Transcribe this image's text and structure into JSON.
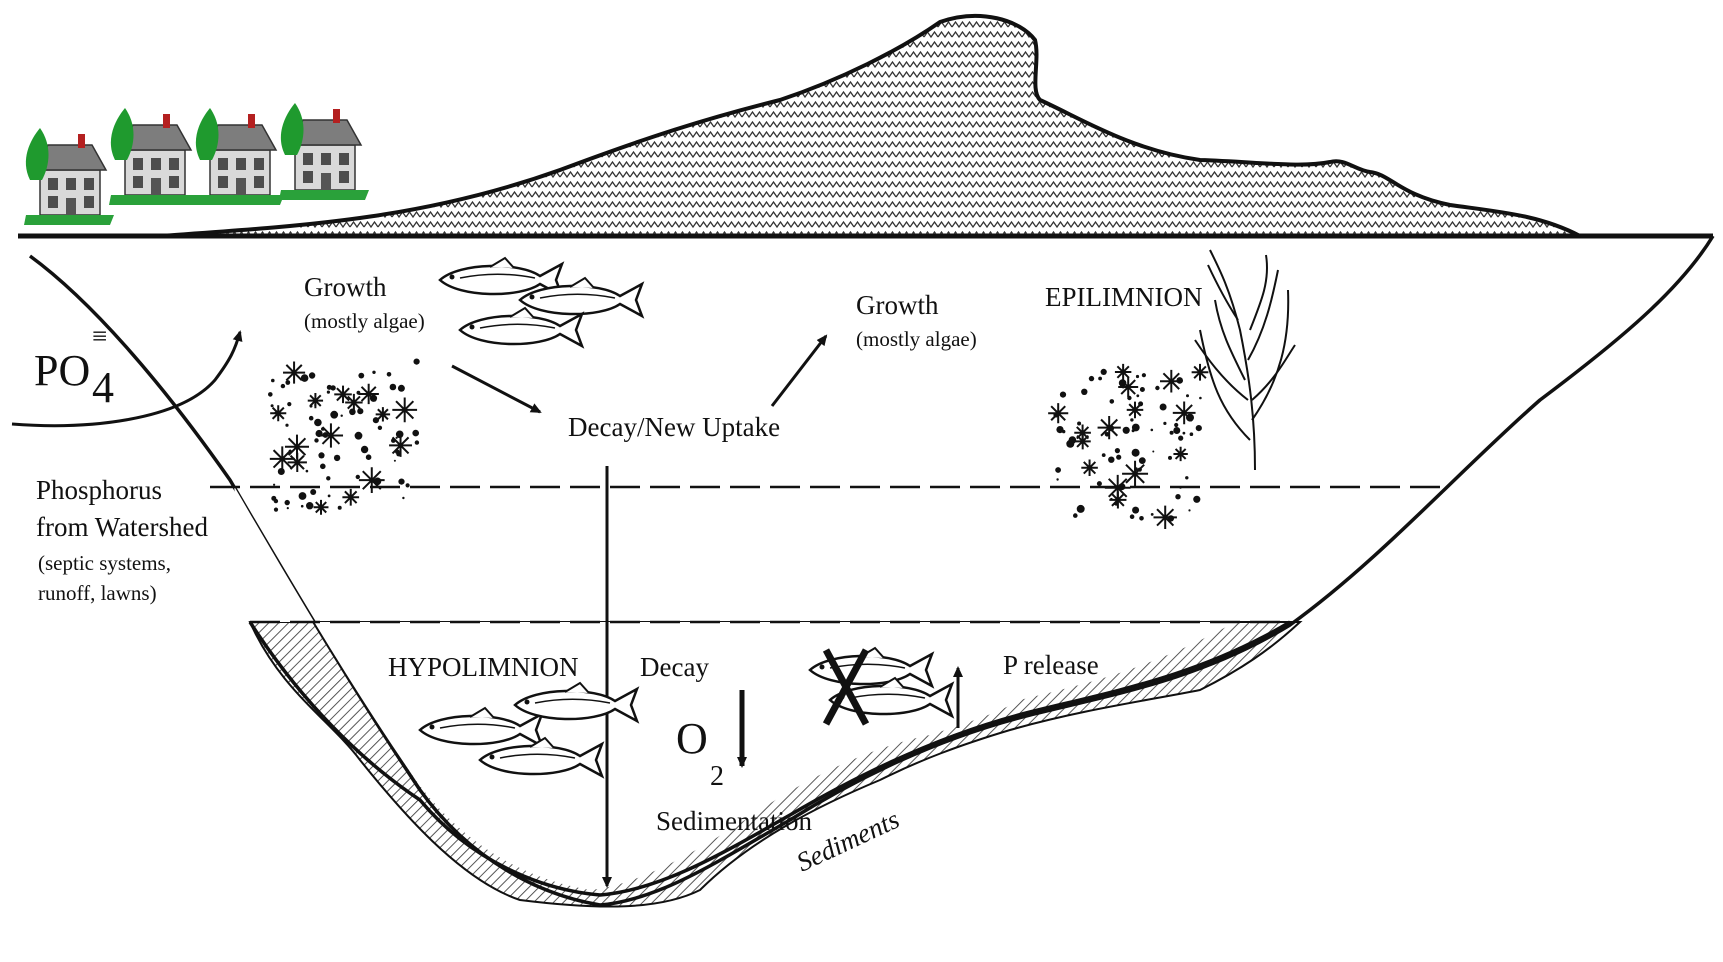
{
  "colors": {
    "ink": "#111111",
    "house_roof": "#7d7d7d",
    "house_wall": "#d9d9d9",
    "tree_green": "#1f9a2e",
    "lawn_green": "#2aa13a",
    "chimney_red": "#b42020"
  },
  "labels": {
    "phosphate_main": "PO",
    "phosphate_sub": "4",
    "phosphate_charge": "≡",
    "source_line1": "Phosphorus",
    "source_line2": "from Watershed",
    "source_line3": "(septic systems,",
    "source_line4": "runoff, lawns)",
    "growth_left": "Growth",
    "growth_left_note": "(mostly algae)",
    "growth_right": "Growth",
    "growth_right_note": "(mostly algae)",
    "decay_uptake": "Decay/New Uptake",
    "epilimnion": "EPILIMNION",
    "hypolimnion": "HYPOLIMNION",
    "decay": "Decay",
    "oxygen_main": "O",
    "oxygen_sub": "2",
    "sedimentation": "Sedimentation",
    "p_release": "P release",
    "sediments": "Sediments"
  },
  "icons": {
    "houses": "house-icon",
    "fish": "fish-icon",
    "algae": "algae-cluster-icon",
    "weed": "aquatic-plant-icon",
    "dead_fish": "crossed-fish-icon"
  }
}
